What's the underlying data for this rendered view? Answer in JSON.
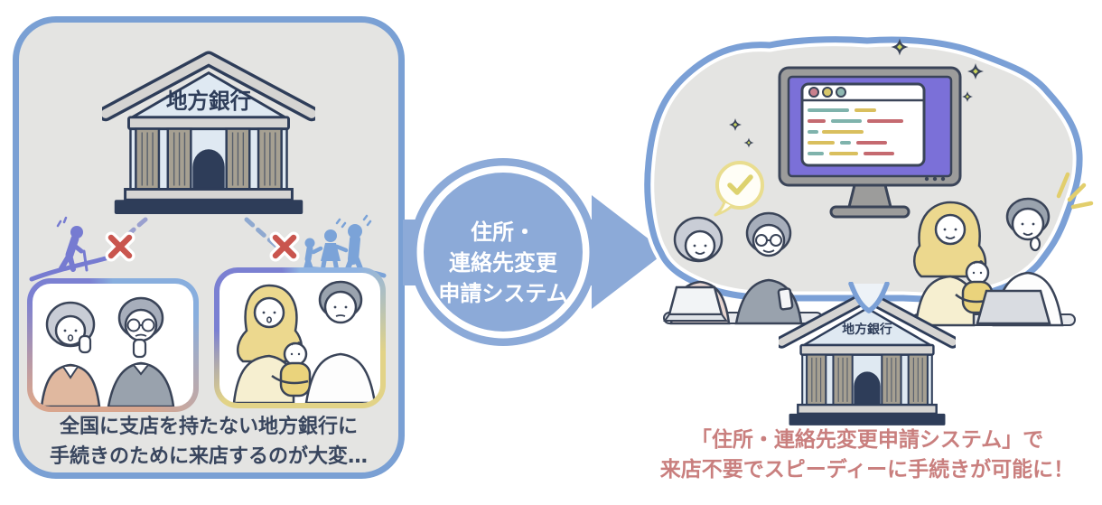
{
  "problem_panel": {
    "bank_label": "地方銀行",
    "caption_line1": "全国に支店を持たない地方銀行に",
    "caption_line2": "手続きのために来店するのが大変…"
  },
  "system_badge": {
    "line1": "住所・",
    "line2": "連絡先変更",
    "line3": "申請システム"
  },
  "solution": {
    "bank_label": "地方銀行",
    "caption_line1": "「住所・連絡先変更申請システム」で",
    "caption_line2": "来店不要でスピーディーに手続きが可能に！"
  },
  "icons": {
    "x_mark": "×",
    "check": "✓",
    "sparkle": "✦"
  },
  "colors": {
    "panel_border": "#7aa0d4",
    "panel_fill": "#e4e4e2",
    "arrow_blue": "#8caad8",
    "outline_navy": "#2e3d59",
    "x_red": "#c9554e",
    "caption_left": "#39465e",
    "caption_right": "#c97f7e",
    "screen_purple": "#7b70d8",
    "accent_teal": "#7fb3ac",
    "accent_yellow": "#d9bf5e",
    "accent_red": "#c56a70",
    "figure_purple": "#767bd1",
    "figure_blue": "#7ba3d8"
  }
}
